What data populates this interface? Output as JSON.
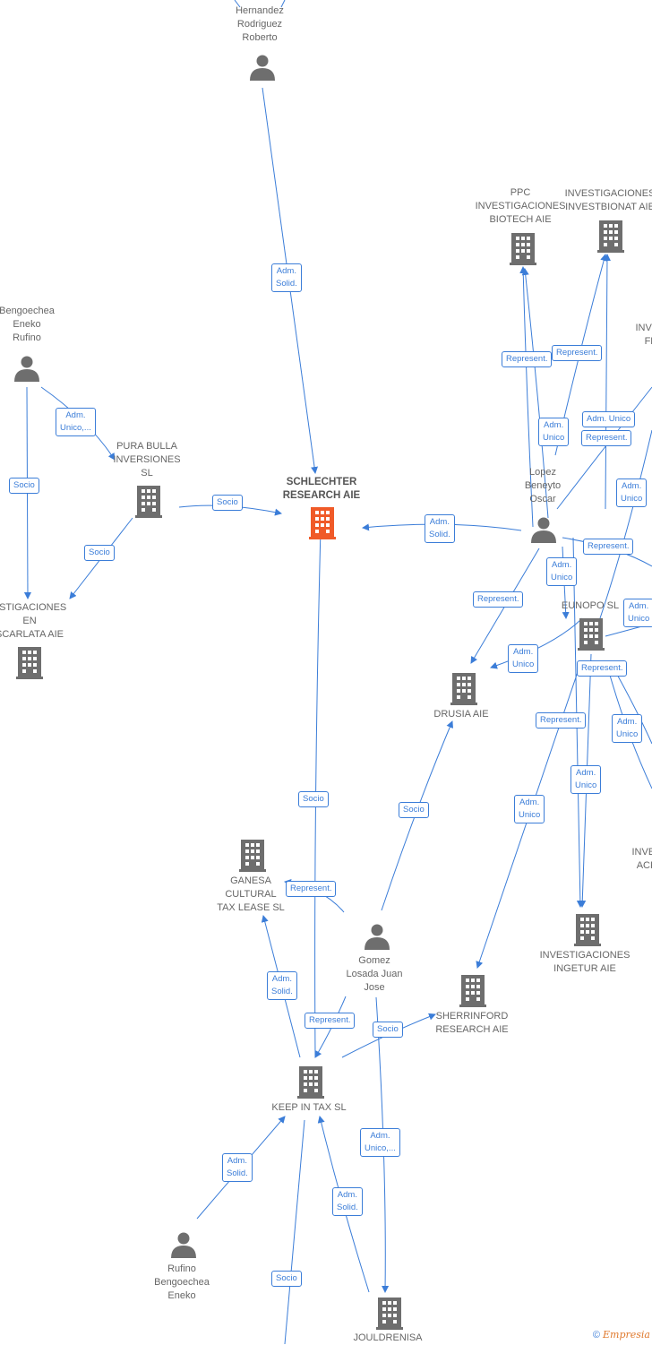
{
  "nodes": {
    "hernandez": "Hernandez\nRodriguez\nRoberto",
    "bengoechea_eneko": "Bengoechea\nEneko\nRufino",
    "pura_bulla": "PURA BULLA\nINVERSIONES\nSL",
    "schlechter": "SCHLECHTER\nRESEARCH AIE",
    "escarlata": "ESTIGACIONES\nEN\nSCARLATA AIE",
    "ppc": "PPC\nINVESTIGACIONES\nBIOTECH AIE",
    "investbionat": "INVESTIGACIONES\nINVESTBIONAT AIE",
    "inves_fl": "INVES\nFL",
    "lopez": "Lopez\nBeneyto\nOscar",
    "eunopo": "EUNOPO SL",
    "drusia": "DRUSIA AIE",
    "inves_ack": "INVES\nACK",
    "ingetur": "INVESTIGACIONES\nINGETUR AIE",
    "ganesa": "GANESA\nCULTURAL\nTAX LEASE SL",
    "gomez": "Gomez\nLosada Juan\nJose",
    "sherrinford": "SHERRINFORD\nRESEARCH AIE",
    "keep_in_tax": "KEEP IN TAX SL",
    "rufino": "Rufino\nBengoechea\nEneko",
    "jouldrenisa": "JOULDRENISA"
  },
  "edges": {
    "e1": "Adm.\nSolid.",
    "e2": "Adm.\nUnico,...",
    "e3": "Socio",
    "e4": "Socio",
    "e5": "Socio",
    "e6": "Adm.\nSolid.",
    "e7": "Represent.",
    "e8": "Represent.",
    "e9": "Adm.\nUnico",
    "e10": "Adm.\nUnico",
    "e11": "Represent.",
    "e12": "Adm.\nUnico",
    "e13": "Represent.",
    "e14": "Adm.\nUnico",
    "e15": "Adm.\nUnico",
    "e16": "Represent.",
    "e17": "Adm.\nUnico",
    "e18": "Represent.",
    "e19": "Represent.",
    "e20": "Adm.\nUnico",
    "e21": "Adm.\nUnico",
    "e22": "Adm.\nUnico",
    "e23": "Socio",
    "e24": "Socio",
    "e25": "Represent.",
    "e26": "Adm.\nSolid.",
    "e27": "Represent.",
    "e28": "Socio",
    "e29": "Adm.\nUnico,...",
    "e30": "Adm.\nSolid.",
    "e31": "Adm.\nSolid.",
    "e32": "Socio"
  },
  "footer": {
    "copyright": "©",
    "brand": "Empresia"
  },
  "colors": {
    "edge": "#3b7dd8",
    "building": "#6e6e6e",
    "highlight": "#f05a28",
    "person": "#6e6e6e"
  }
}
